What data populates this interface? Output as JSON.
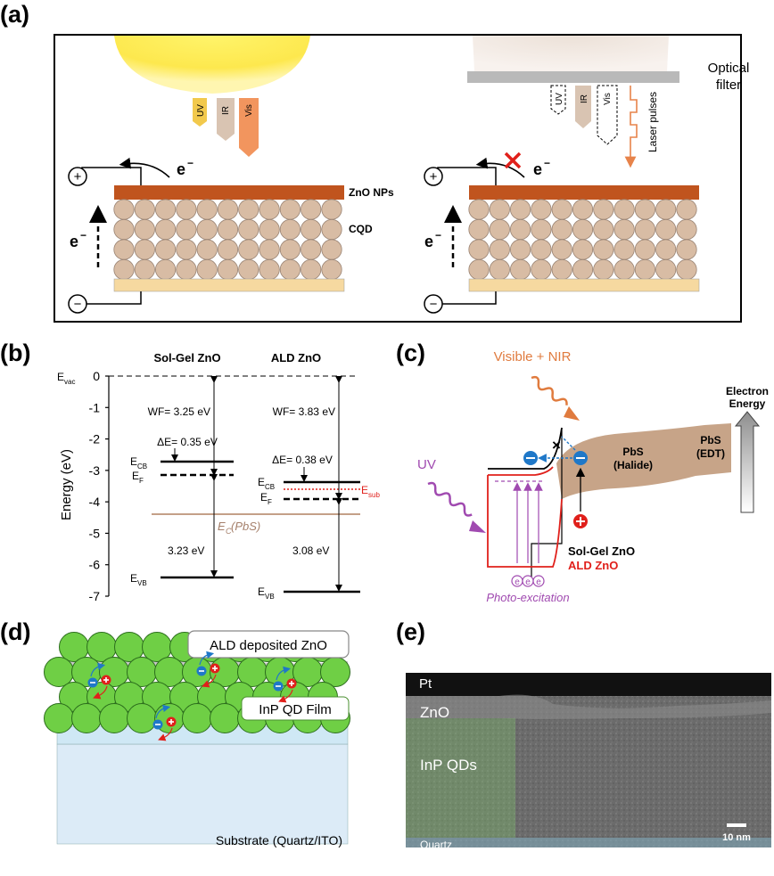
{
  "panels": {
    "a": {
      "letter": "(a)",
      "filter_label_1": "Optical",
      "filter_label_2": "filter",
      "left_arrows": [
        "UV",
        "IR",
        "Vis"
      ],
      "right_arrows": [
        "UV",
        "IR",
        "Vis"
      ],
      "laser_label": "Laser pulses",
      "electron": "e",
      "minus_sup": "−",
      "plus": "+",
      "minus": "−",
      "zno_label": "ZnO NPs",
      "cqd_label": "CQD"
    },
    "b": {
      "letter": "(b)",
      "col1": "Sol-Gel ZnO",
      "col2": "ALD ZnO",
      "evac": "E",
      "evac_sub": "vac",
      "ylabel": "Energy (eV)",
      "yticks": [
        "0",
        "-1",
        "-2",
        "-3",
        "-4",
        "-5",
        "-6",
        "-7"
      ],
      "wf1": "WF= 3.25 eV",
      "wf2": "WF= 3.83 eV",
      "de1": "ΔE= 0.35 eV",
      "de2": "ΔE= 0.38 eV",
      "ecb": "E",
      "ecb_sub": "CB",
      "ef": "E",
      "ef_sub": "F",
      "evb": "E",
      "evb_sub": "VB",
      "esub": "E",
      "esub_sub": "sub",
      "gap1": "3.23 eV",
      "gap2": "3.08 eV",
      "pbs": "E",
      "pbs_sub": "C",
      "pbs_rest": "(PbS)"
    },
    "c": {
      "letter": "(c)",
      "visnir": "Visible + NIR",
      "uv": "UV",
      "electron_energy_1": "Electron",
      "electron_energy_2": "Energy",
      "pbs_halide_1": "PbS",
      "pbs_halide_2": "(Halide)",
      "pbs_edt_1": "PbS",
      "pbs_edt_2": "(EDT)",
      "solgel": "Sol-Gel ZnO",
      "ald": "ALD ZnO",
      "photo": "Photo-excitation",
      "x_mark": "×",
      "e_sym": "e"
    },
    "d": {
      "letter": "(d)",
      "ald_label": "ALD deposited ZnO",
      "inp_label": "InP QD Film",
      "substrate": "Substrate (Quartz/ITO)"
    },
    "e": {
      "letter": "(e)",
      "pt": "Pt",
      "zno": "ZnO",
      "inp": "InP QDs",
      "quartz": "Quartz",
      "scale": "10 nm"
    }
  },
  "colors": {
    "zno_layer": "#c0541e",
    "cqd_fill": "#d8bca4",
    "electrode": "#f6d9a0",
    "filter": "#b9b9b9",
    "uv_arrow": "#f2c94c",
    "ir_arrow": "#d9c4b2",
    "vis_arrow": "#f2955e",
    "laser": "#e7834a",
    "pbs": "#c7a488",
    "uv_wave": "#a04ab0",
    "visnir_wave": "#e07b3e",
    "ald_red": "#e0201b",
    "inp_green": "#6fcf45",
    "substrate": "#dcebf7"
  }
}
